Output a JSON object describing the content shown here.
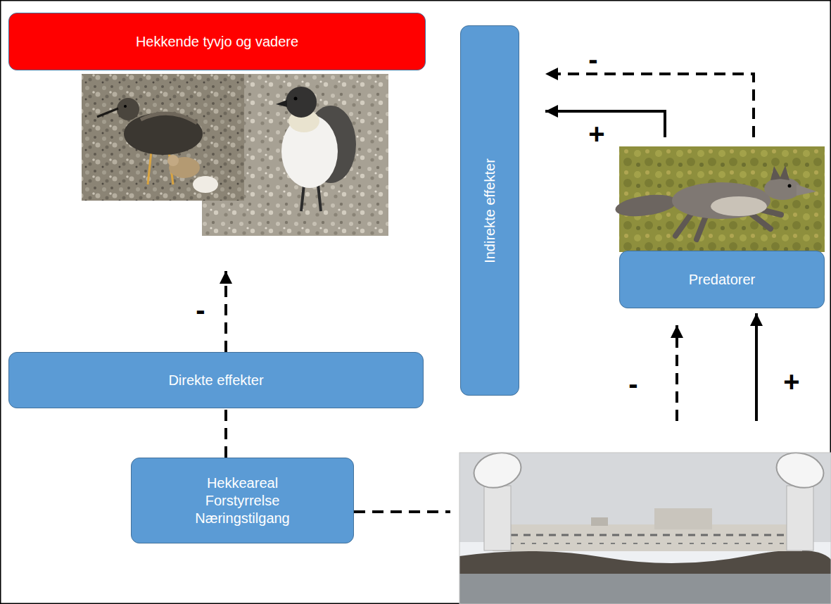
{
  "diagram": {
    "nodes": [
      {
        "text": [
          "Hekkende tyvjo og vadere"
        ]
      },
      {
        "text": [
          "Indirekte effekter"
        ]
      },
      {
        "text": [
          "Predatorer"
        ]
      },
      {
        "text": [
          "Direkte effekter"
        ]
      },
      {
        "text": [
          "Hekkeareal",
          "Forstyrrelse",
          "Næringstilgang"
        ]
      }
    ],
    "edges": [
      {
        "from": 3,
        "to": 0,
        "arrow": "to",
        "label": "-"
      },
      {
        "from": 4,
        "to": 3,
        "arrow": "none"
      },
      {
        "from": 2,
        "to": 1,
        "arrow": "to",
        "label": "+"
      },
      {
        "from": 2,
        "to": 1,
        "arrow": "to",
        "label": "-"
      }
    ],
    "labels": [
      "-",
      "+"
    ]
  }
}
